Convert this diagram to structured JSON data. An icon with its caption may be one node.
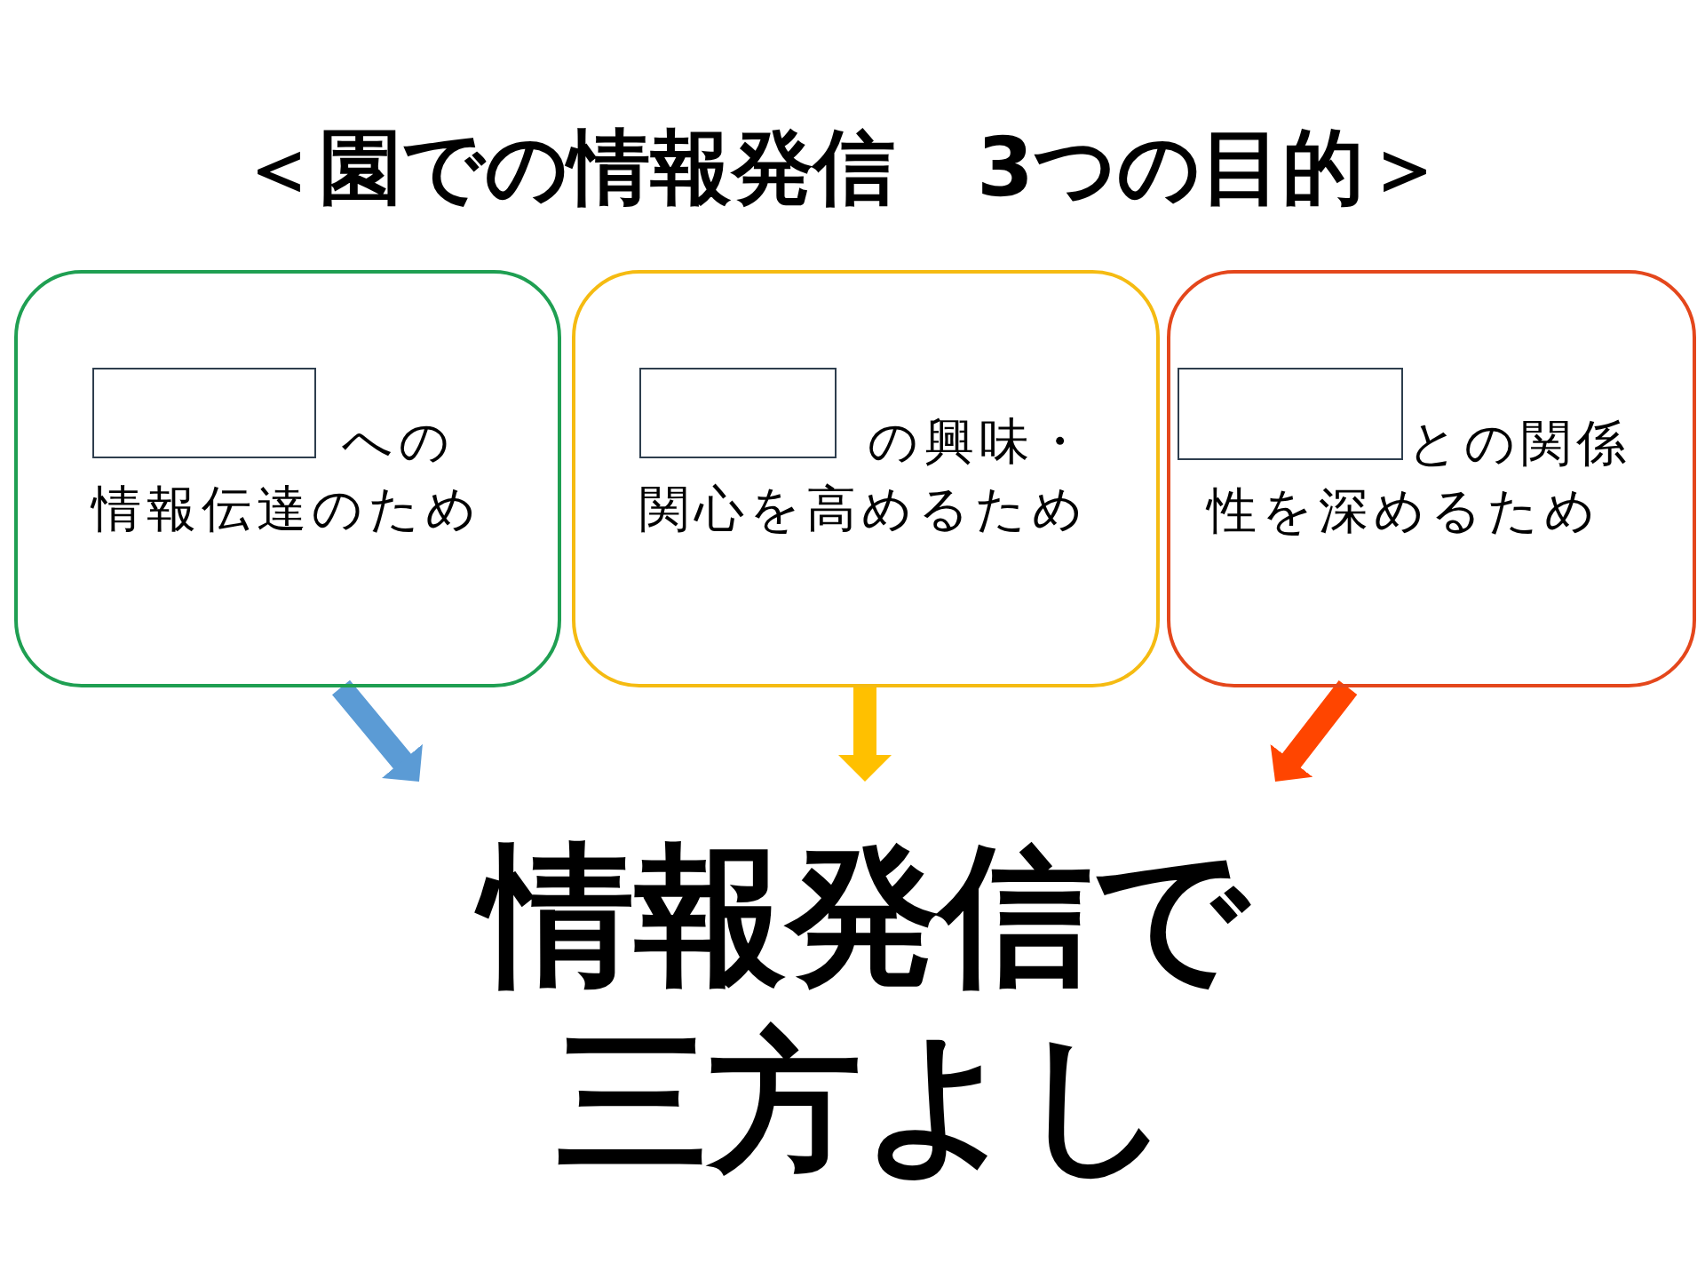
{
  "diagram": {
    "title": "＜園での情報発信　3つの目的＞",
    "nodes": [
      {
        "text": [
          "への情報伝達のため"
        ]
      },
      {
        "text": [],
        "shape": "box",
        "in": 0
      },
      {
        "text": [
          "の興味・関心を高めるため"
        ]
      },
      {
        "text": [],
        "shape": "box",
        "in": 2
      },
      {
        "text": [
          "との関係性を深めるため"
        ]
      },
      {
        "text": [],
        "shape": "box",
        "in": 4
      },
      {
        "text": [
          "情報発信で三方よし"
        ]
      }
    ],
    "edges": [
      {
        "from": 0,
        "to": 6,
        "arrow": "to",
        "color": "#5b9bd5"
      },
      {
        "from": 2,
        "to": 6,
        "arrow": "to",
        "color": "#ffc000"
      },
      {
        "from": 4,
        "to": 6,
        "arrow": "to",
        "color": "#ff4500"
      }
    ]
  }
}
